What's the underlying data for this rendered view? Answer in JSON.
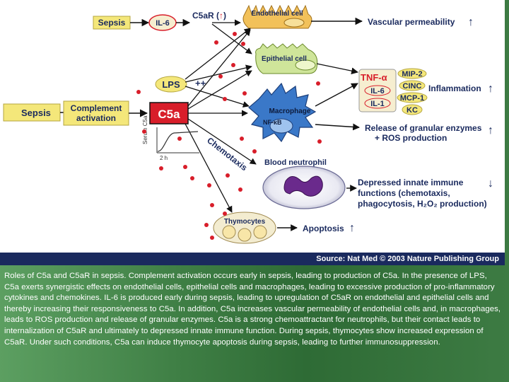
{
  "figure": {
    "sepsis_top": "Sepsis",
    "il6_top": "IL-6",
    "c5ar_label": "C5aR (",
    "c5ar_up_label": "↑",
    "c5ar_close": ")",
    "endothelial_cell": "Endothelial cell",
    "epithelial_cell": "Epithelial cell",
    "vascular_permeability": "Vascular permeability",
    "vascular_arrow": "↑",
    "lps": "LPS",
    "plus_plus": "++",
    "sepsis_left": "Sepsis",
    "complement_line1": "Complement",
    "complement_line2": "activation",
    "c5a": "C5a",
    "serum_c5a": "Serum C5a",
    "time_2h": "2 h",
    "macrophage": "Macrophage",
    "nfkb": "NF-κB",
    "chemotaxis": "Chemotaxis",
    "tnf": "TNF-α",
    "il6_mid": "IL-6",
    "il1": "IL-1",
    "mip2": "MIP-2",
    "cinc": "CINC",
    "mcp1": "MCP-1",
    "kc": "KC",
    "inflammation": "Inflammation",
    "inflammation_arrow": "↑",
    "release_line1": "Release of granular enzymes",
    "release_line2": "+ ROS production",
    "release_arrow": "↑",
    "blood_neutrophil": "Blood neutrophil",
    "depressed_line1": "Depressed innate immune",
    "depressed_line2": "functions (chemotaxis,",
    "depressed_line3": "phagocytosis, H₂O₂ production)",
    "depressed_arrow": "↓",
    "thymocytes": "Thymocytes",
    "apoptosis": "Apoptosis",
    "apoptosis_arrow": "↑"
  },
  "source": "Source: Nat Med © 2003 Nature Publishing Group",
  "caption": "Roles of C5a and C5aR in sepsis. Complement activation occurs early in sepsis, leading to production of C5a. In the presence of LPS, C5a exerts synergistic effects on endothelial cells, epithelial cells and macrophages, leading to excessive production of pro-inflammatory cytokines and chemokines. IL-6 is produced early during sepsis, leading to upregulation of C5aR on endothelial and epithelial cells and thereby increasing their responsiveness to C5a. In addition, C5a increases vascular permeability of endothelial cells and, in macrophages, leads to ROS production and release of granular enzymes. C5a is a strong chemoattractant for neutrophils, but their contact leads to internalization of C5aR and ultimately to depressed innate immune function. During sepsis, thymocytes show increased expression of C5aR. Under such conditions, C5a can induce thymocyte apoptosis during sepsis, leading to further immunosuppression.",
  "colors": {
    "accent_yellow": "#f4e77a",
    "accent_red": "#d81e2a",
    "cell_orange": "#f2c15a",
    "cell_green": "#cfe59a",
    "macrophage_blue": "#3a78c8",
    "slide_green": "#3f7f45",
    "source_bar": "#1a2a5e"
  }
}
